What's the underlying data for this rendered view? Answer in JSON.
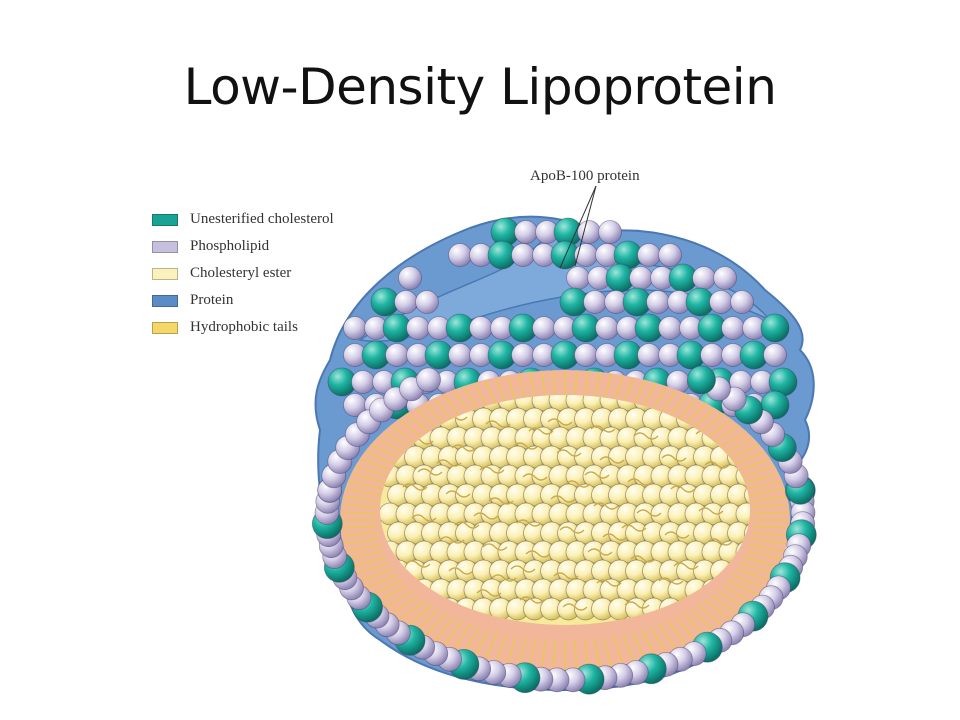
{
  "title": "Low-Density Lipoprotein",
  "callout": "ApoB-100 protein",
  "legend": [
    {
      "label": "Unesterified cholesterol",
      "color": "#1aa394"
    },
    {
      "label": "Phospholipid",
      "color": "#c6bfdd"
    },
    {
      "label": "Cholesteryl ester",
      "color": "#fbf1bd"
    },
    {
      "label": "Protein",
      "color": "#5b8cc8"
    },
    {
      "label": "Hydrophobic tails",
      "color": "#f4d66b"
    }
  ],
  "colors": {
    "protein": "#6a9ad0",
    "tail_band": "#f2b79a",
    "core": "#f7eb9a"
  }
}
